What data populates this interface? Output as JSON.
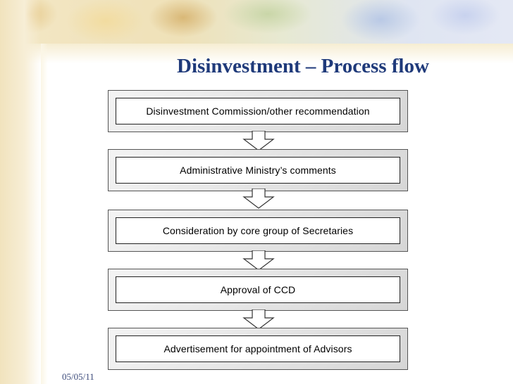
{
  "slide": {
    "title": "Disinvestment – Process flow",
    "date": "05/05/11"
  },
  "steps": [
    {
      "label": "Disinvestment Commission/other recommendation"
    },
    {
      "label": "Administrative Ministry’s comments"
    },
    {
      "label": "Consideration by core group of Secretaries"
    },
    {
      "label": "Approval of CCD"
    },
    {
      "label": "Advertisement for appointment of Advisors"
    }
  ],
  "colors": {
    "title": "#1f3a7a",
    "box_border": "#222222",
    "bevel": "#d6d6d6"
  }
}
